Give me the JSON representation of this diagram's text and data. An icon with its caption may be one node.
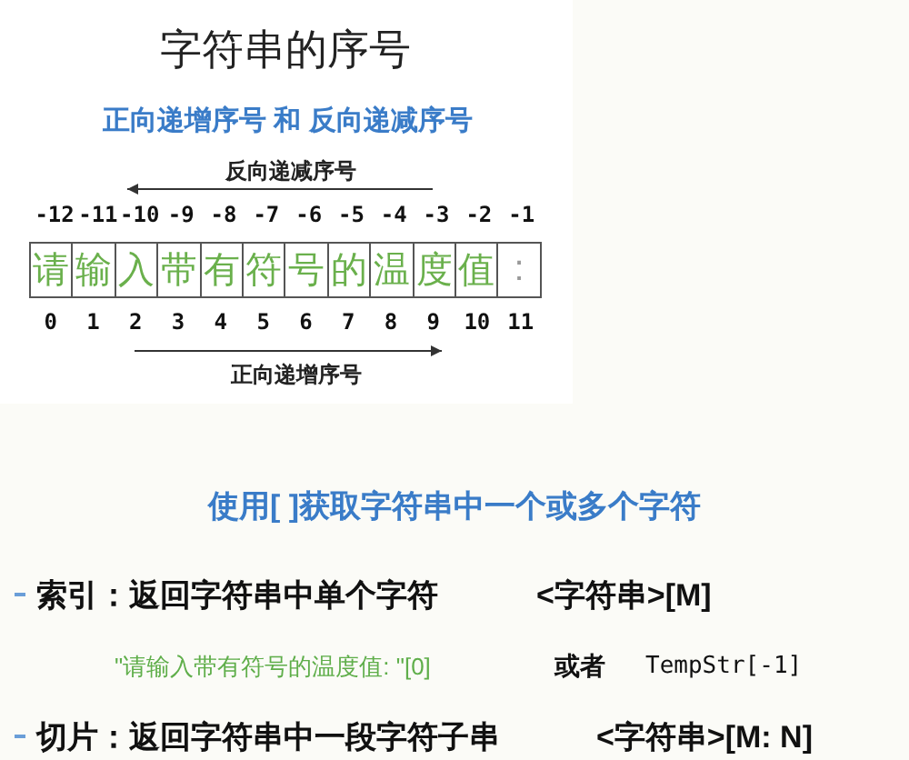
{
  "diagram": {
    "title": "字符串的序号",
    "nodes": [
      {
        "text": [
          "请"
        ]
      },
      {
        "text": [
          "输"
        ]
      },
      {
        "text": [
          "入"
        ]
      },
      {
        "text": [
          "带"
        ]
      },
      {
        "text": [
          "有"
        ]
      },
      {
        "text": [
          "符"
        ]
      },
      {
        "text": [
          "号"
        ]
      },
      {
        "text": [
          "的"
        ]
      },
      {
        "text": [
          "温"
        ]
      },
      {
        "text": [
          "度"
        ]
      },
      {
        "text": [
          "值"
        ]
      },
      {
        "text": [
          ":"
        ]
      }
    ],
    "labels": [
      "正向递增序号 和 反向递减序号",
      "反向递减序号",
      "-12",
      "-11",
      "-10",
      "-9",
      "-8",
      "-7",
      "-6",
      "-5",
      "-4",
      "-3",
      "-2",
      "-1",
      "0",
      "1",
      "2",
      "3",
      "4",
      "5",
      "6",
      "7",
      "8",
      "9",
      "10",
      "11",
      "正向递增序号",
      "使用[ ]获取字符串中一个或多个字符",
      "索引：返回字符串中单个字符",
      "<字符串>[M]",
      "\"请输入带有符号的温度值: \"[0]",
      "或者",
      "TempStr[-1]",
      "切片：返回字符串中一段字符子串",
      "<字符串>[M: N]"
    ]
  }
}
